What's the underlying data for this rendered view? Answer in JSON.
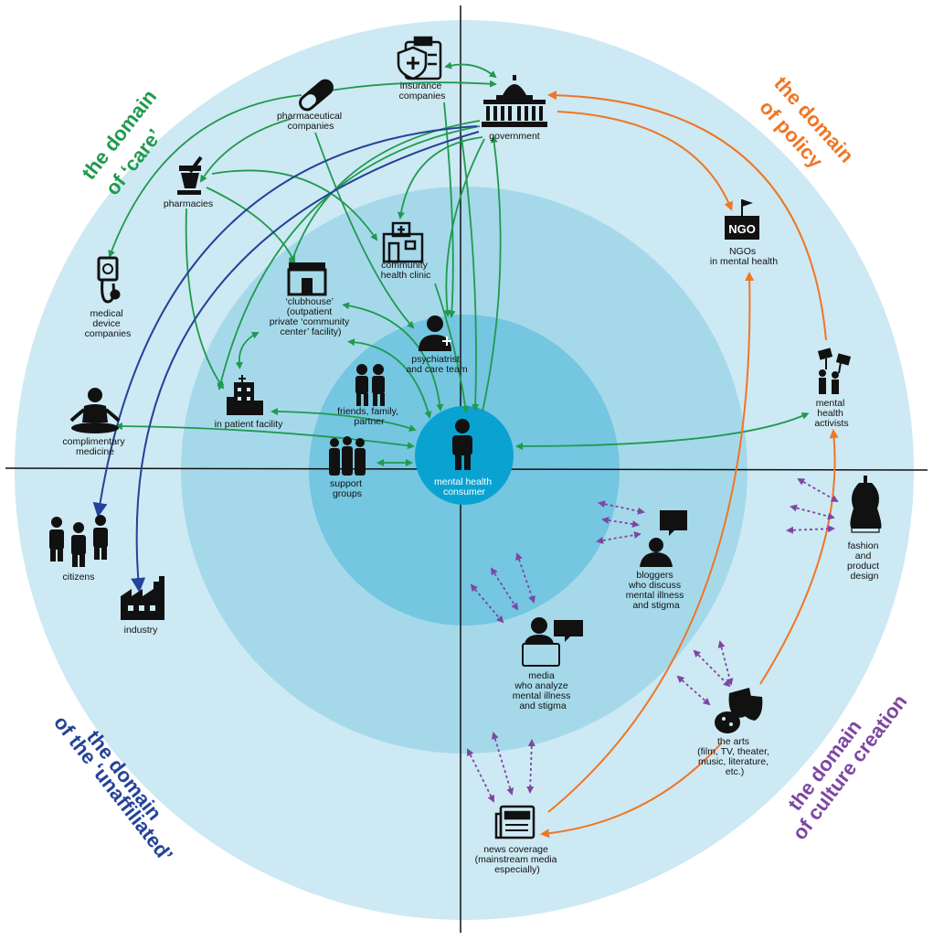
{
  "colors": {
    "ring_outer": "#cde9f3",
    "ring_middle": "#a5d9ea",
    "ring_inner": "#74c6e1",
    "core": "#0aa3d1",
    "care": "#1f9a4e",
    "policy": "#ef7624",
    "unaffiliated": "#24429a",
    "culture": "#7d46a3"
  },
  "domains": {
    "care_line1": "the domain",
    "care_line2": "of ‘care’",
    "policy_line1": "the domain",
    "policy_line2": "of policy",
    "unaffiliated_line1": "the domain",
    "unaffiliated_line2": "of the ‘unaffiliated’",
    "culture_line1": "the domain",
    "culture_line2": "of culture creation"
  },
  "nodes": {
    "center": [
      "mental health",
      "consumer"
    ],
    "insurance": [
      "insurance",
      "companies"
    ],
    "government": [
      "government"
    ],
    "pharmaceutical": [
      "pharmaceutical",
      "companies"
    ],
    "pharmacies": [
      "pharmacies"
    ],
    "community_clinic": [
      "community",
      "health clinic"
    ],
    "ngo_icon": "NGO",
    "ngo": [
      "NGOs",
      "in mental health"
    ],
    "medical_device": [
      "medical",
      "device",
      "companies"
    ],
    "clubhouse": [
      "‘clubhouse’",
      "(outpatient",
      "private ‘community",
      "center’ facility)"
    ],
    "psychiatrist": [
      "psychiatrist",
      "and care team"
    ],
    "friends": [
      "friends, family,",
      "partner"
    ],
    "inpatient": [
      "in patient facility"
    ],
    "complimentary": [
      "complimentary",
      "medicine"
    ],
    "support": [
      "support",
      "groups"
    ],
    "activists": [
      "mental",
      "health",
      "activists"
    ],
    "citizens": [
      "citizens"
    ],
    "industry": [
      "industry"
    ],
    "bloggers": [
      "bloggers",
      "who discuss",
      "mental illness",
      "and stigma"
    ],
    "fashion": [
      "fashion",
      "and",
      "product",
      "design"
    ],
    "media": [
      "media",
      "who analyze",
      "mental illness",
      "and stigma"
    ],
    "arts": [
      "the arts",
      "(film, TV, theater,",
      "music, literature,",
      "etc.)"
    ],
    "news": [
      "news coverage",
      "(mainstream media",
      "especially)"
    ]
  }
}
